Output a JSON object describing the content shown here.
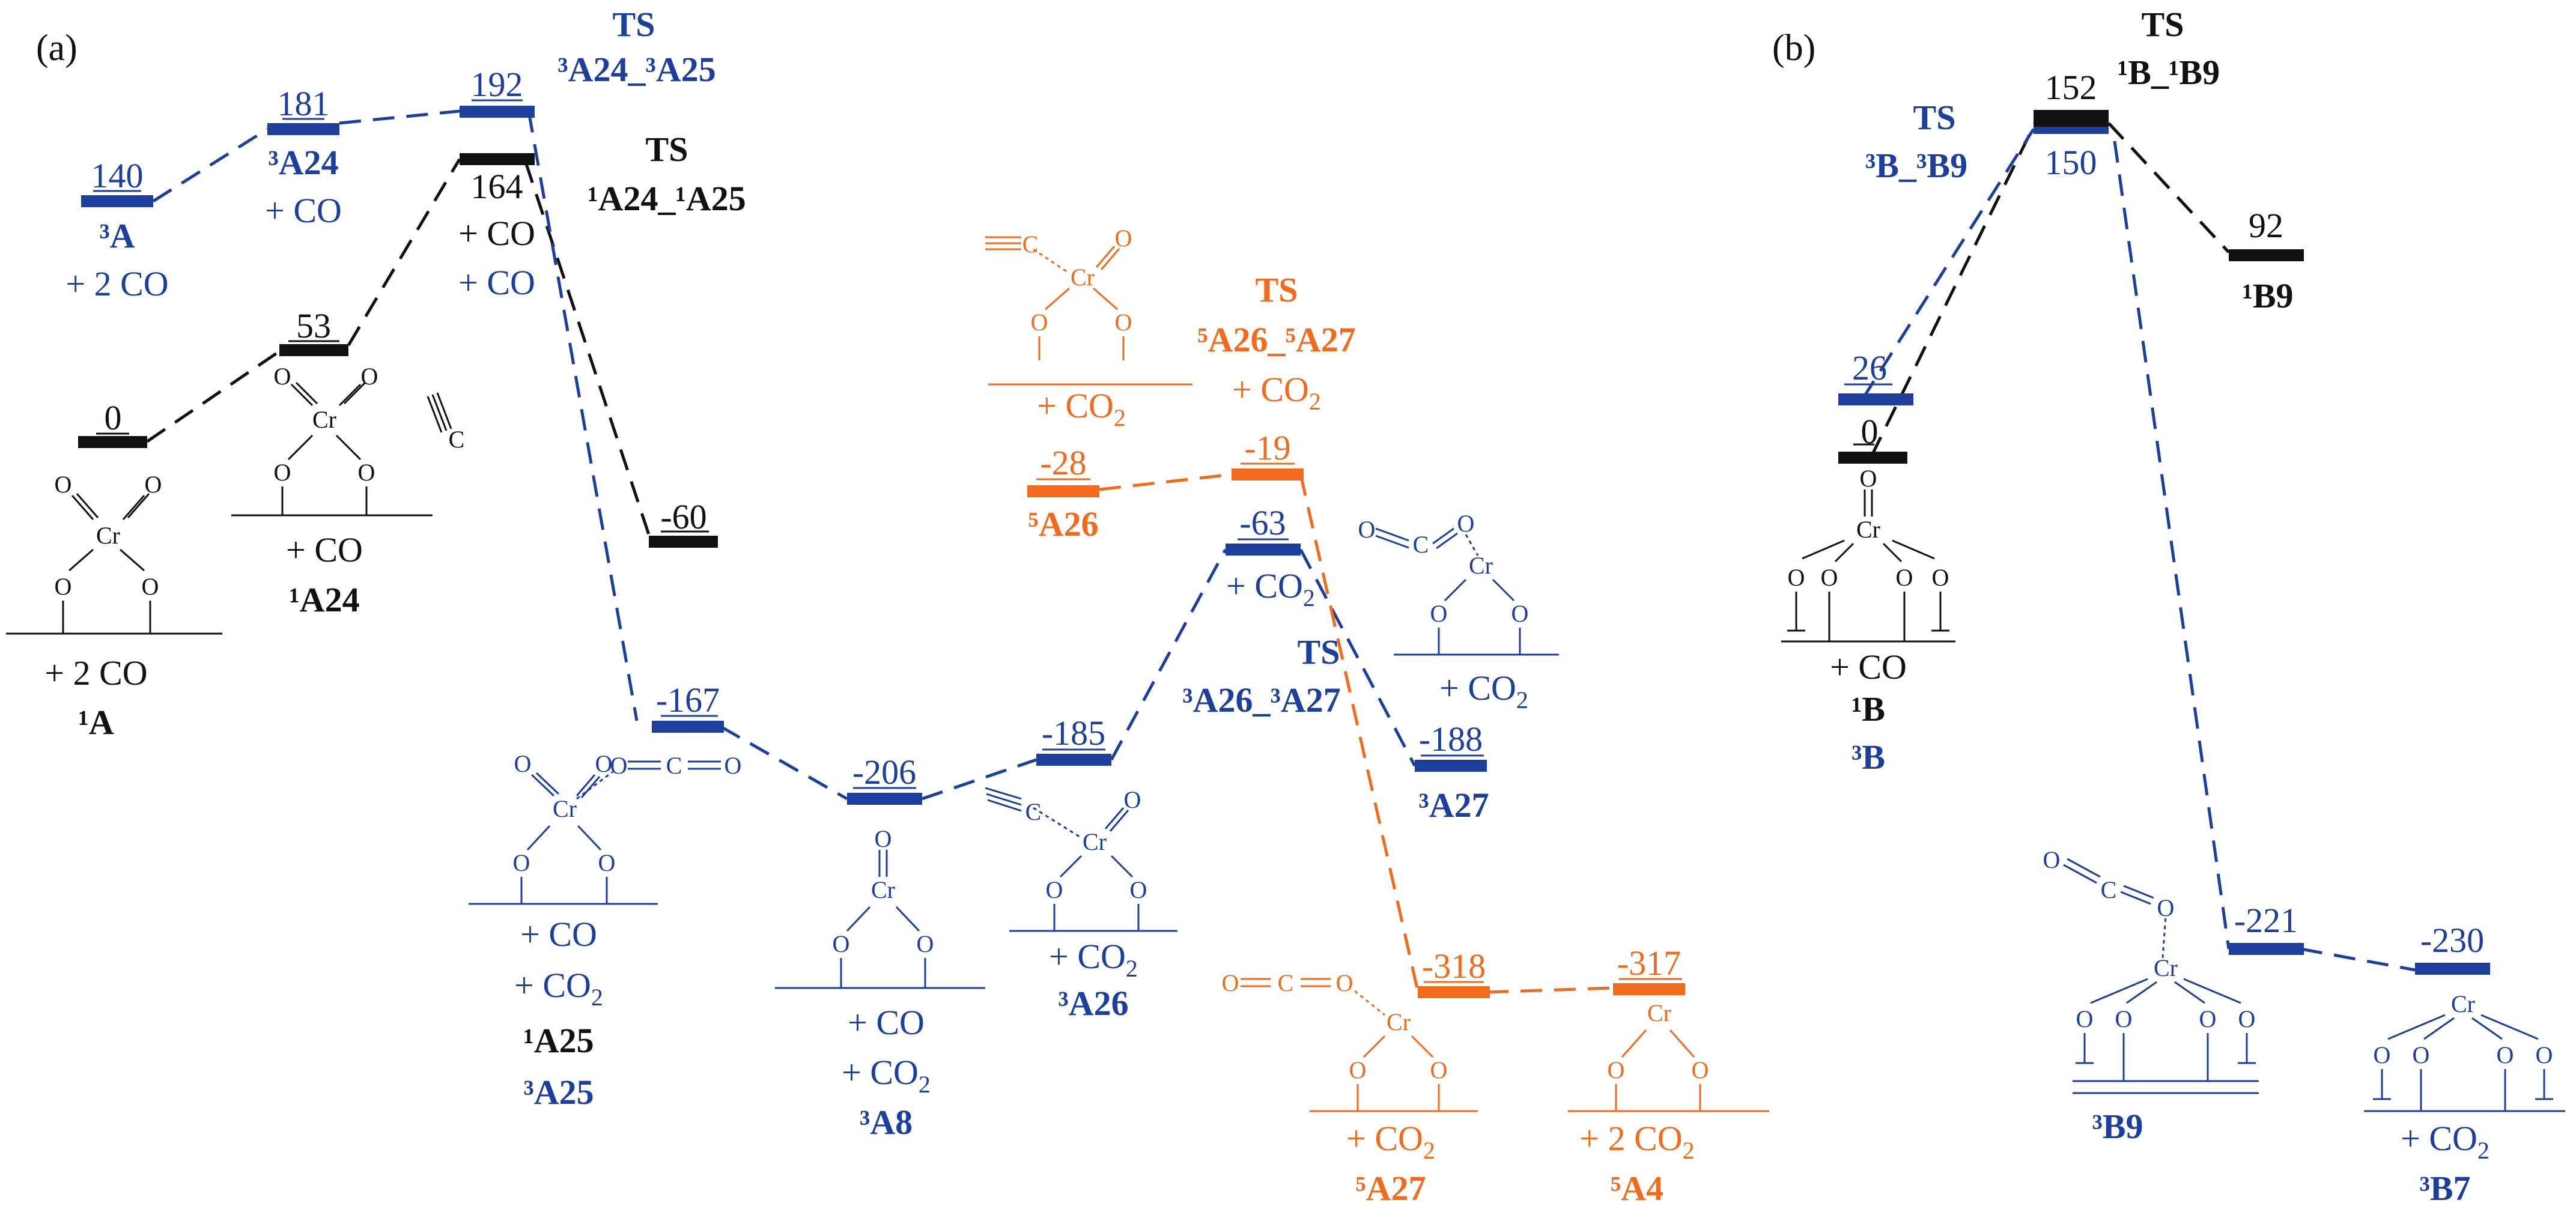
{
  "colors": {
    "black": "#111111",
    "blue": "#1c3f9e",
    "orange": "#f26b1d"
  },
  "panel_a": {
    "label": "(a)",
    "levels": [
      {
        "id": "A1",
        "value": "0",
        "color": "black"
      },
      {
        "id": "A24s",
        "value": "53",
        "color": "black"
      },
      {
        "id": "A3",
        "value": "140",
        "color": "blue"
      },
      {
        "id": "A24t",
        "value": "181",
        "color": "blue"
      },
      {
        "id": "TSt",
        "value": "192",
        "color": "blue"
      },
      {
        "id": "TSs",
        "value": "164",
        "color": "black"
      },
      {
        "id": "A25s",
        "value": "-60",
        "color": "black"
      },
      {
        "id": "A25t",
        "value": "-167",
        "color": "blue"
      },
      {
        "id": "A8t",
        "value": "-206",
        "color": "blue"
      },
      {
        "id": "A26t",
        "value": "-185",
        "color": "blue"
      },
      {
        "id": "TS26t",
        "value": "-63",
        "color": "blue"
      },
      {
        "id": "A27t",
        "value": "-188",
        "color": "blue"
      },
      {
        "id": "A26q",
        "value": "-28",
        "color": "orange"
      },
      {
        "id": "TS26q",
        "value": "-19",
        "color": "orange"
      },
      {
        "id": "A27q",
        "value": "-318",
        "color": "orange"
      },
      {
        "id": "A4q",
        "value": "-317",
        "color": "orange"
      }
    ],
    "labels": {
      "ts_3a24_title": "TS",
      "ts_3a24_name": "³A24_³A25",
      "ts_1a24_title": "TS",
      "ts_1a24_name": "¹A24_¹A25",
      "co_black_ts": "+ CO",
      "co_blue_ts": "+ CO",
      "a3_name": "³A",
      "a3_co": "+ 2 CO",
      "a24t_name": "³A24",
      "a24t_co": "+ CO",
      "a1_co": "+ 2 CO",
      "a1_name": "¹A",
      "a24s_co": "+ CO",
      "a24s_name": "¹A24",
      "a25_co": "+ CO",
      "a25_co2": "+ CO",
      "a25_name1": "¹A25",
      "a25_name3": "³A25",
      "a8_co": "+ CO",
      "a8_co2": "+ CO",
      "a8_name": "³A8",
      "a26t_co2": "+ CO",
      "a26t_name": "³A26",
      "ts26t_co2": "+ CO",
      "ts26t_title": "TS",
      "ts26t_name": "³A26_³A27",
      "a27t_name": "³A27",
      "mol_a27t_co2": "+ CO",
      "mol_a26q_co2": "+ CO",
      "ts26q_title": "TS",
      "ts26q_name": "⁵A26_⁵A27",
      "ts26q_co2": "+ CO",
      "a26q_name": "⁵A26",
      "a27q_co2": "+ CO",
      "a27q_name": "⁵A27",
      "a4q_co2": "+ 2 CO",
      "a4q_name": "⁵A4",
      "sub2": "2",
      "cr": "Cr",
      "o": "O",
      "c": "C"
    }
  },
  "panel_b": {
    "label": "(b)",
    "levels": [
      {
        "id": "B1",
        "value": "0",
        "color": "black"
      },
      {
        "id": "B3",
        "value": "26",
        "color": "blue"
      },
      {
        "id": "TSbs",
        "value": "152",
        "color": "black"
      },
      {
        "id": "TSbt",
        "value": "150",
        "color": "blue"
      },
      {
        "id": "B9s",
        "value": "92",
        "color": "black"
      },
      {
        "id": "B9t",
        "value": "-221",
        "color": "blue"
      },
      {
        "id": "B7t",
        "value": "-230",
        "color": "blue"
      }
    ],
    "labels": {
      "ts_s_title": "TS",
      "ts_s_name": "¹B_¹B9",
      "ts_t_title": "TS",
      "ts_t_name": "³B_³B9",
      "b9s_name": "¹B9",
      "b_co": "+ CO",
      "b_name1": "¹B",
      "b_name3": "³B",
      "b9t_name": "³B9",
      "b7t_co2": "+ CO",
      "b7t_name": "³B7",
      "sub2": "2",
      "cr": "Cr",
      "o": "O",
      "c": "C"
    }
  }
}
